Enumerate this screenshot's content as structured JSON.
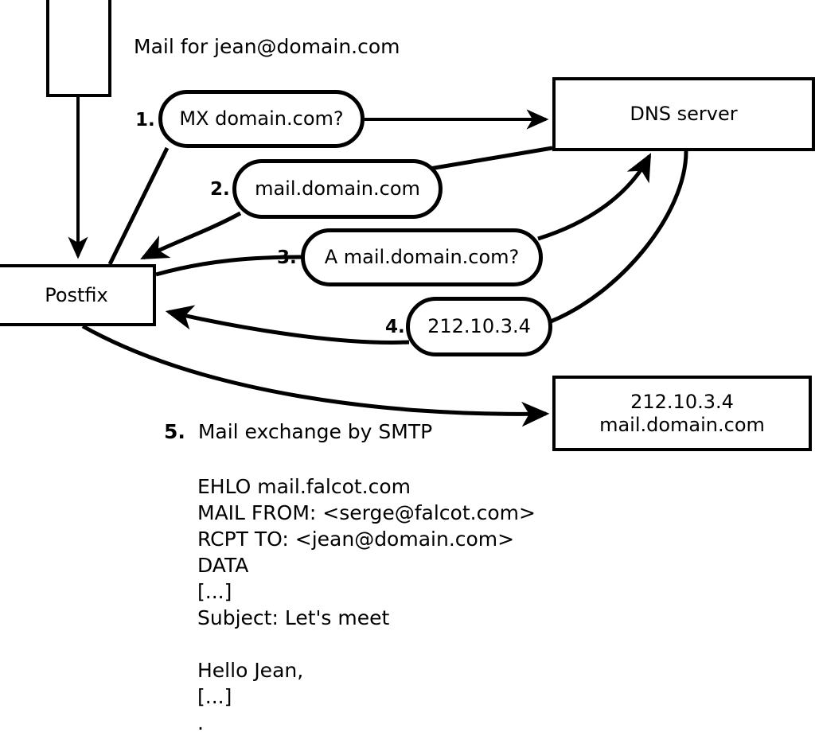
{
  "diagram": {
    "title_text": "Mail for jean@domain.com",
    "nodes": {
      "mail_source": {
        "label": ""
      },
      "postfix": {
        "label": "Postfix"
      },
      "dns_server": {
        "label": "DNS server"
      },
      "target_server": {
        "line1": "212.10.3.4",
        "line2": "mail.domain.com"
      }
    },
    "steps": [
      {
        "num": "1.",
        "label": "MX domain.com?"
      },
      {
        "num": "2.",
        "label": "mail.domain.com"
      },
      {
        "num": "3.",
        "label": "A mail.domain.com?"
      },
      {
        "num": "4.",
        "label": "212.10.3.4"
      }
    ],
    "step5": {
      "num": "5.",
      "label": "Mail exchange by SMTP"
    },
    "transcript": [
      "EHLO mail.falcot.com",
      "MAIL FROM: <serge@falcot.com>",
      "RCPT TO: <jean@domain.com>",
      "DATA",
      "[...]",
      "Subject: Let's meet",
      "",
      "Hello Jean,",
      "[...]",
      "."
    ],
    "colors": {
      "stroke": "#000000",
      "background": "#ffffff",
      "text": "#000000"
    }
  }
}
